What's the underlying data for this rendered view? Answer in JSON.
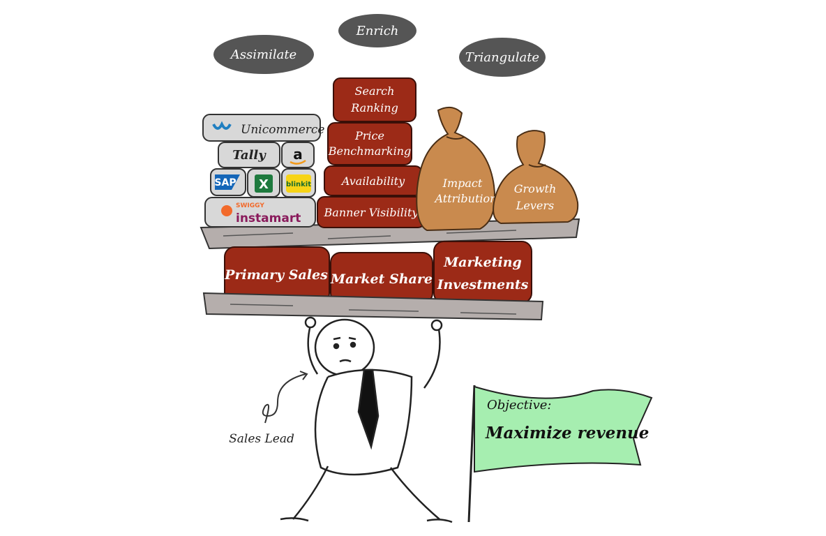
{
  "process_labels": {
    "assimilate": "Assimilate",
    "enrich": "Enrich",
    "triangulate": "Triangulate"
  },
  "data_sources": {
    "unicommerce": "Unicommerce",
    "tally": "Tally",
    "amazon": "a",
    "sap": "SAP",
    "excel": "X",
    "blinkit": "blinkit",
    "swiggy": "SWIGGY",
    "instamart": "instamart"
  },
  "top_bricks": {
    "search_l1": "Search",
    "search_l2": "Ranking",
    "price_l1": "Price",
    "price_l2": "Benchmarking",
    "availability": "Availability",
    "banner": "Banner Visibility"
  },
  "bags": {
    "impact_l1": "Impact",
    "impact_l2": "Attribution",
    "growth_l1": "Growth",
    "growth_l2": "Levers"
  },
  "bottom_bricks": {
    "primary": "Primary Sales",
    "market": "Market Share",
    "marketing_l1": "Marketing",
    "marketing_l2": "Investments"
  },
  "person_label": "Sales Lead",
  "flag": {
    "objective": "Objective:",
    "goal": "Maximize revenue"
  },
  "colors": {
    "brick": "#9c2a17",
    "bag": "#c98a4e",
    "pill": "#555555",
    "flag": "#a6eeb0",
    "plank": "#b5aeac",
    "stone": "#d8d8d8"
  }
}
